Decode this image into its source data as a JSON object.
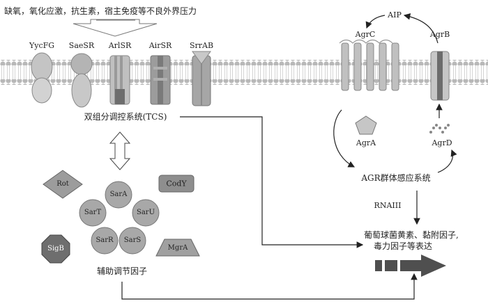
{
  "stress": {
    "text": "缺氧，氧化应激，抗生素，宿主免疫等不良外界压力"
  },
  "tcs": {
    "members": [
      "YycFG",
      "SaeSR",
      "ArlSR",
      "AirSR",
      "SrrAB"
    ],
    "label": "双组分调控系统(TCS)"
  },
  "agr": {
    "aip": "AIP",
    "agrc": "AgrC",
    "agrb": "AgrB",
    "agra": "AgrA",
    "agrd": "AgrD",
    "system": "AGR群体感应系统",
    "rnaiii": "RNAIII"
  },
  "regulators": {
    "rot": "Rot",
    "cody": "CodY",
    "sara": "SarA",
    "sart": "SarT",
    "saru": "SarU",
    "sarr": "SarR",
    "sars": "SarS",
    "sigb": "SigB",
    "mgra": "MgrA",
    "label": "辅助调节因子"
  },
  "output": {
    "line1": "葡萄球菌黄素、黏附因子,",
    "line2": "毒力因子等表达"
  },
  "colors": {
    "membrane_head": "#b8b8b8",
    "sara_family": "#a8a8a8",
    "rot": "#999999",
    "cody": "#8e8e8e",
    "sigb": "#6e6e6e",
    "mgra": "#a0a0a0",
    "arrow": "#555555"
  }
}
